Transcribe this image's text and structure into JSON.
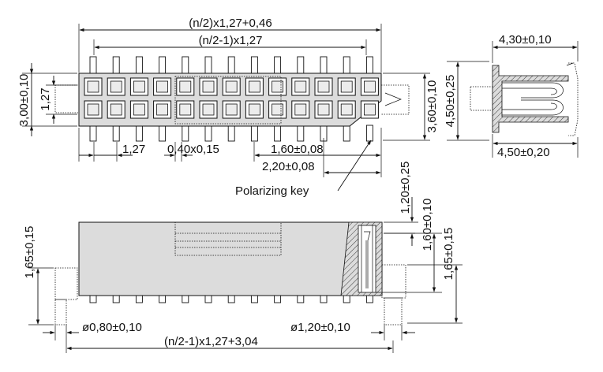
{
  "labels": {
    "overall_length": "(n/2)x1,27+0,46",
    "pin_span": "(n/2-1)x1,27",
    "width_top": "4,30±0,10",
    "height_left": "3,00±0,10",
    "pitch_vertical": "1,27",
    "height_right": "3,60±0,10",
    "side_height": "4,50±0,25",
    "side_width": "4,50±0,20",
    "pitch_horizontal": "1,27",
    "pin_section": "0,40x0,15",
    "key_offset_1": "1,60±0,08",
    "key_offset_2": "2,20±0,08",
    "polarizing_key": "Polarizing key",
    "key_height": "1,20±0,25",
    "left_height": "1,65±0,15",
    "inner_height": "1,60±0,10",
    "right_height": "1,65±0,15",
    "peg_small": "ø0,80±0,10",
    "peg_large": "ø1,20±0,10",
    "bottom_length": "(n/2-1)x1,27+3,04"
  },
  "connector": {
    "rows": 2,
    "columns": 13,
    "top_pins": 13,
    "bottom_pins": 13
  },
  "colors": {
    "body_fill": "#dcdcdc",
    "line": "#111111",
    "background": "#ffffff"
  }
}
